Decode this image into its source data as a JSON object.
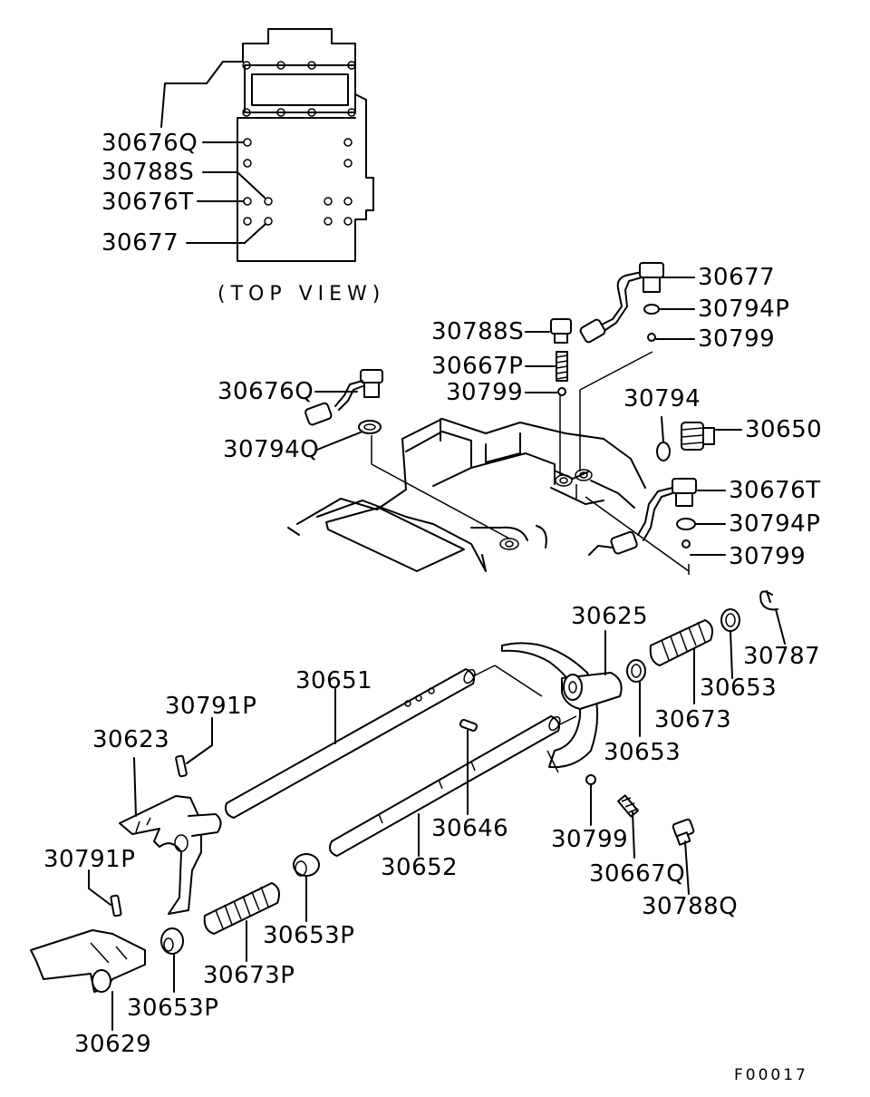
{
  "top_view": {
    "caption": "(TOP VIEW)",
    "labels": {
      "l1": "30676Q",
      "l2": "30788S",
      "l3": "30676T",
      "l4": "30677"
    }
  },
  "labels": {
    "p30677": "30677",
    "p30794P_a": "30794P",
    "p30799_a": "30799",
    "p30788S": "30788S",
    "p30667P": "30667P",
    "p30799_b": "30799",
    "p30676Q": "30676Q",
    "p30794Q": "30794Q",
    "p30794": "30794",
    "p30650": "30650",
    "p30676T": "30676T",
    "p30794P_b": "30794P",
    "p30799_c": "30799",
    "p30625": "30625",
    "p30787": "30787",
    "p30653_a": "30653",
    "p30673": "30673",
    "p30653_b": "30653",
    "p30651": "30651",
    "p30791P_a": "30791P",
    "p30623": "30623",
    "p30646": "30646",
    "p30652": "30652",
    "p30799_d": "30799",
    "p30667Q": "30667Q",
    "p30788Q": "30788Q",
    "p30791P_b": "30791P",
    "p30653P_a": "30653P",
    "p30673P": "30673P",
    "p30653P_b": "30653P",
    "p30629": "30629"
  },
  "figure_code": "F00017"
}
